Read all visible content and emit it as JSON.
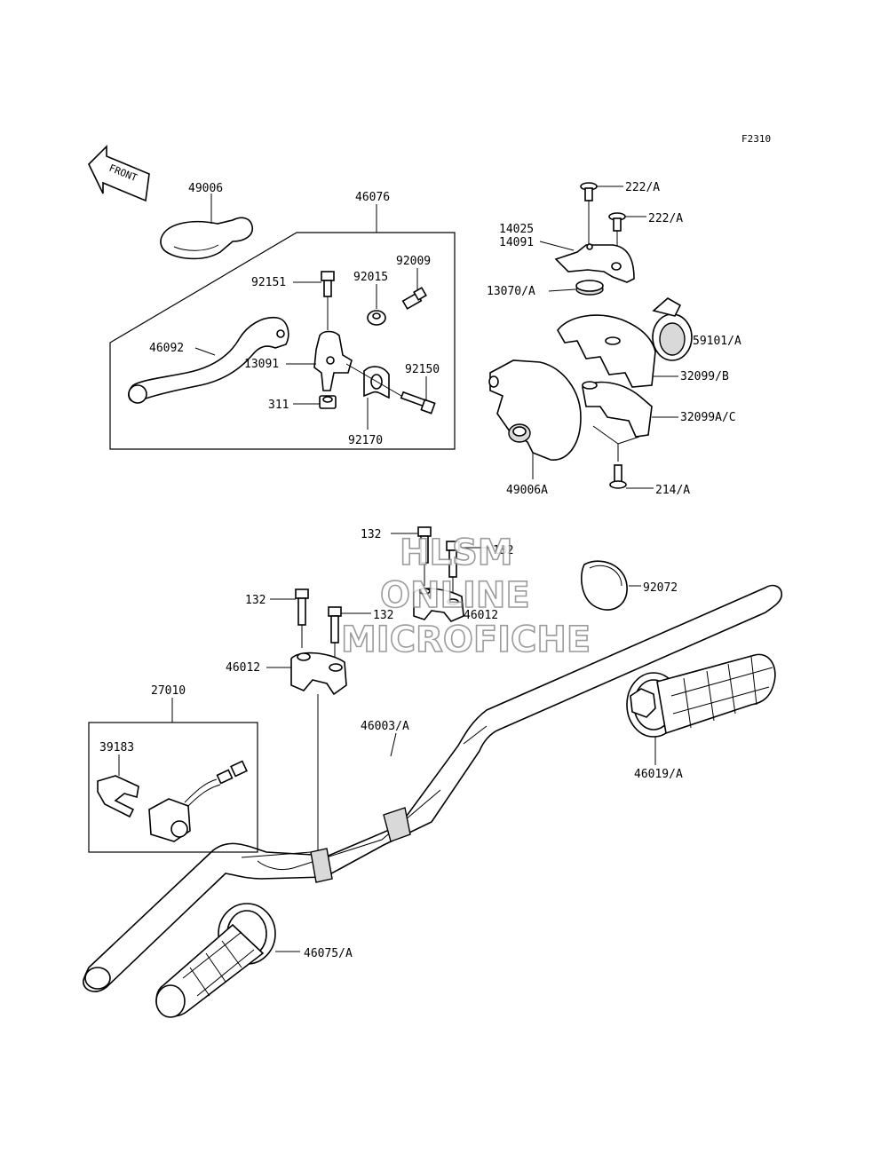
{
  "figure_code": "F2310",
  "front_arrow_label": "FRONT",
  "watermark": [
    "HLSM",
    "ONLINE",
    "MICROFICHE"
  ],
  "parts": {
    "p49006": "49006",
    "p46076": "46076",
    "p92151": "92151",
    "p92015": "92015",
    "p92009": "92009",
    "p46092": "46092",
    "p13091": "13091",
    "p92150": "92150",
    "p311": "311",
    "p92170": "92170",
    "p222a_1": "222/A",
    "p222a_2": "222/A",
    "p14025": "14025",
    "p14091": "14091",
    "p13070a": "13070/A",
    "p59101a": "59101/A",
    "p32099b": "32099/B",
    "p32099ac": "32099A/C",
    "p49006a": "49006A",
    "p214a": "214/A",
    "p132_a": "132",
    "p132_b": "132",
    "p132_c": "132",
    "p132_d": "132",
    "p46012_a": "46012",
    "p46012_b": "46012",
    "p92072": "92072",
    "p27010": "27010",
    "p39183": "39183",
    "p46003a": "46003/A",
    "p46019a": "46019/A",
    "p46075a": "46075/A"
  }
}
